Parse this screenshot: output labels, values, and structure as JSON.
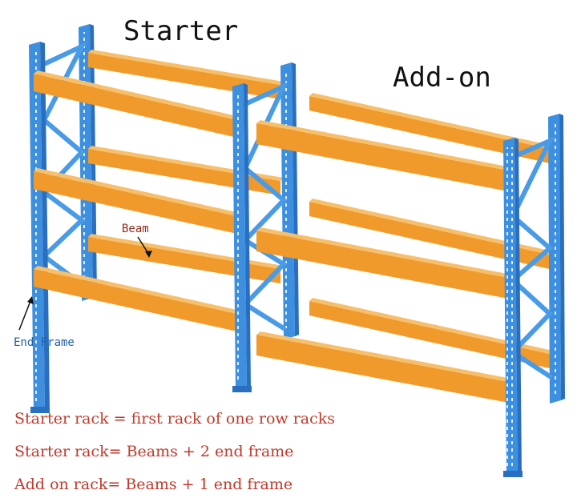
{
  "titles": {
    "starter": "Starter",
    "add_on": "Add-on"
  },
  "callouts": {
    "beam": "Beam",
    "end_frame": "End Frame"
  },
  "notes": [
    "Starter rack = first rack of one row racks",
    "Starter rack= Beams + 2 end frame",
    "Add on rack= Beams + 1 end frame"
  ],
  "colors": {
    "upright": "#3d8fe0",
    "upright_dark": "#2a6fbf",
    "upright_light": "#6fb1f0",
    "beam": "#f09a2c",
    "beam_dark": "#d9791a",
    "beam_light": "#f7bf6a",
    "note_text": "#c0392b",
    "callout_text": "#1e5fa8",
    "beam_label": "#8a2a1a"
  }
}
